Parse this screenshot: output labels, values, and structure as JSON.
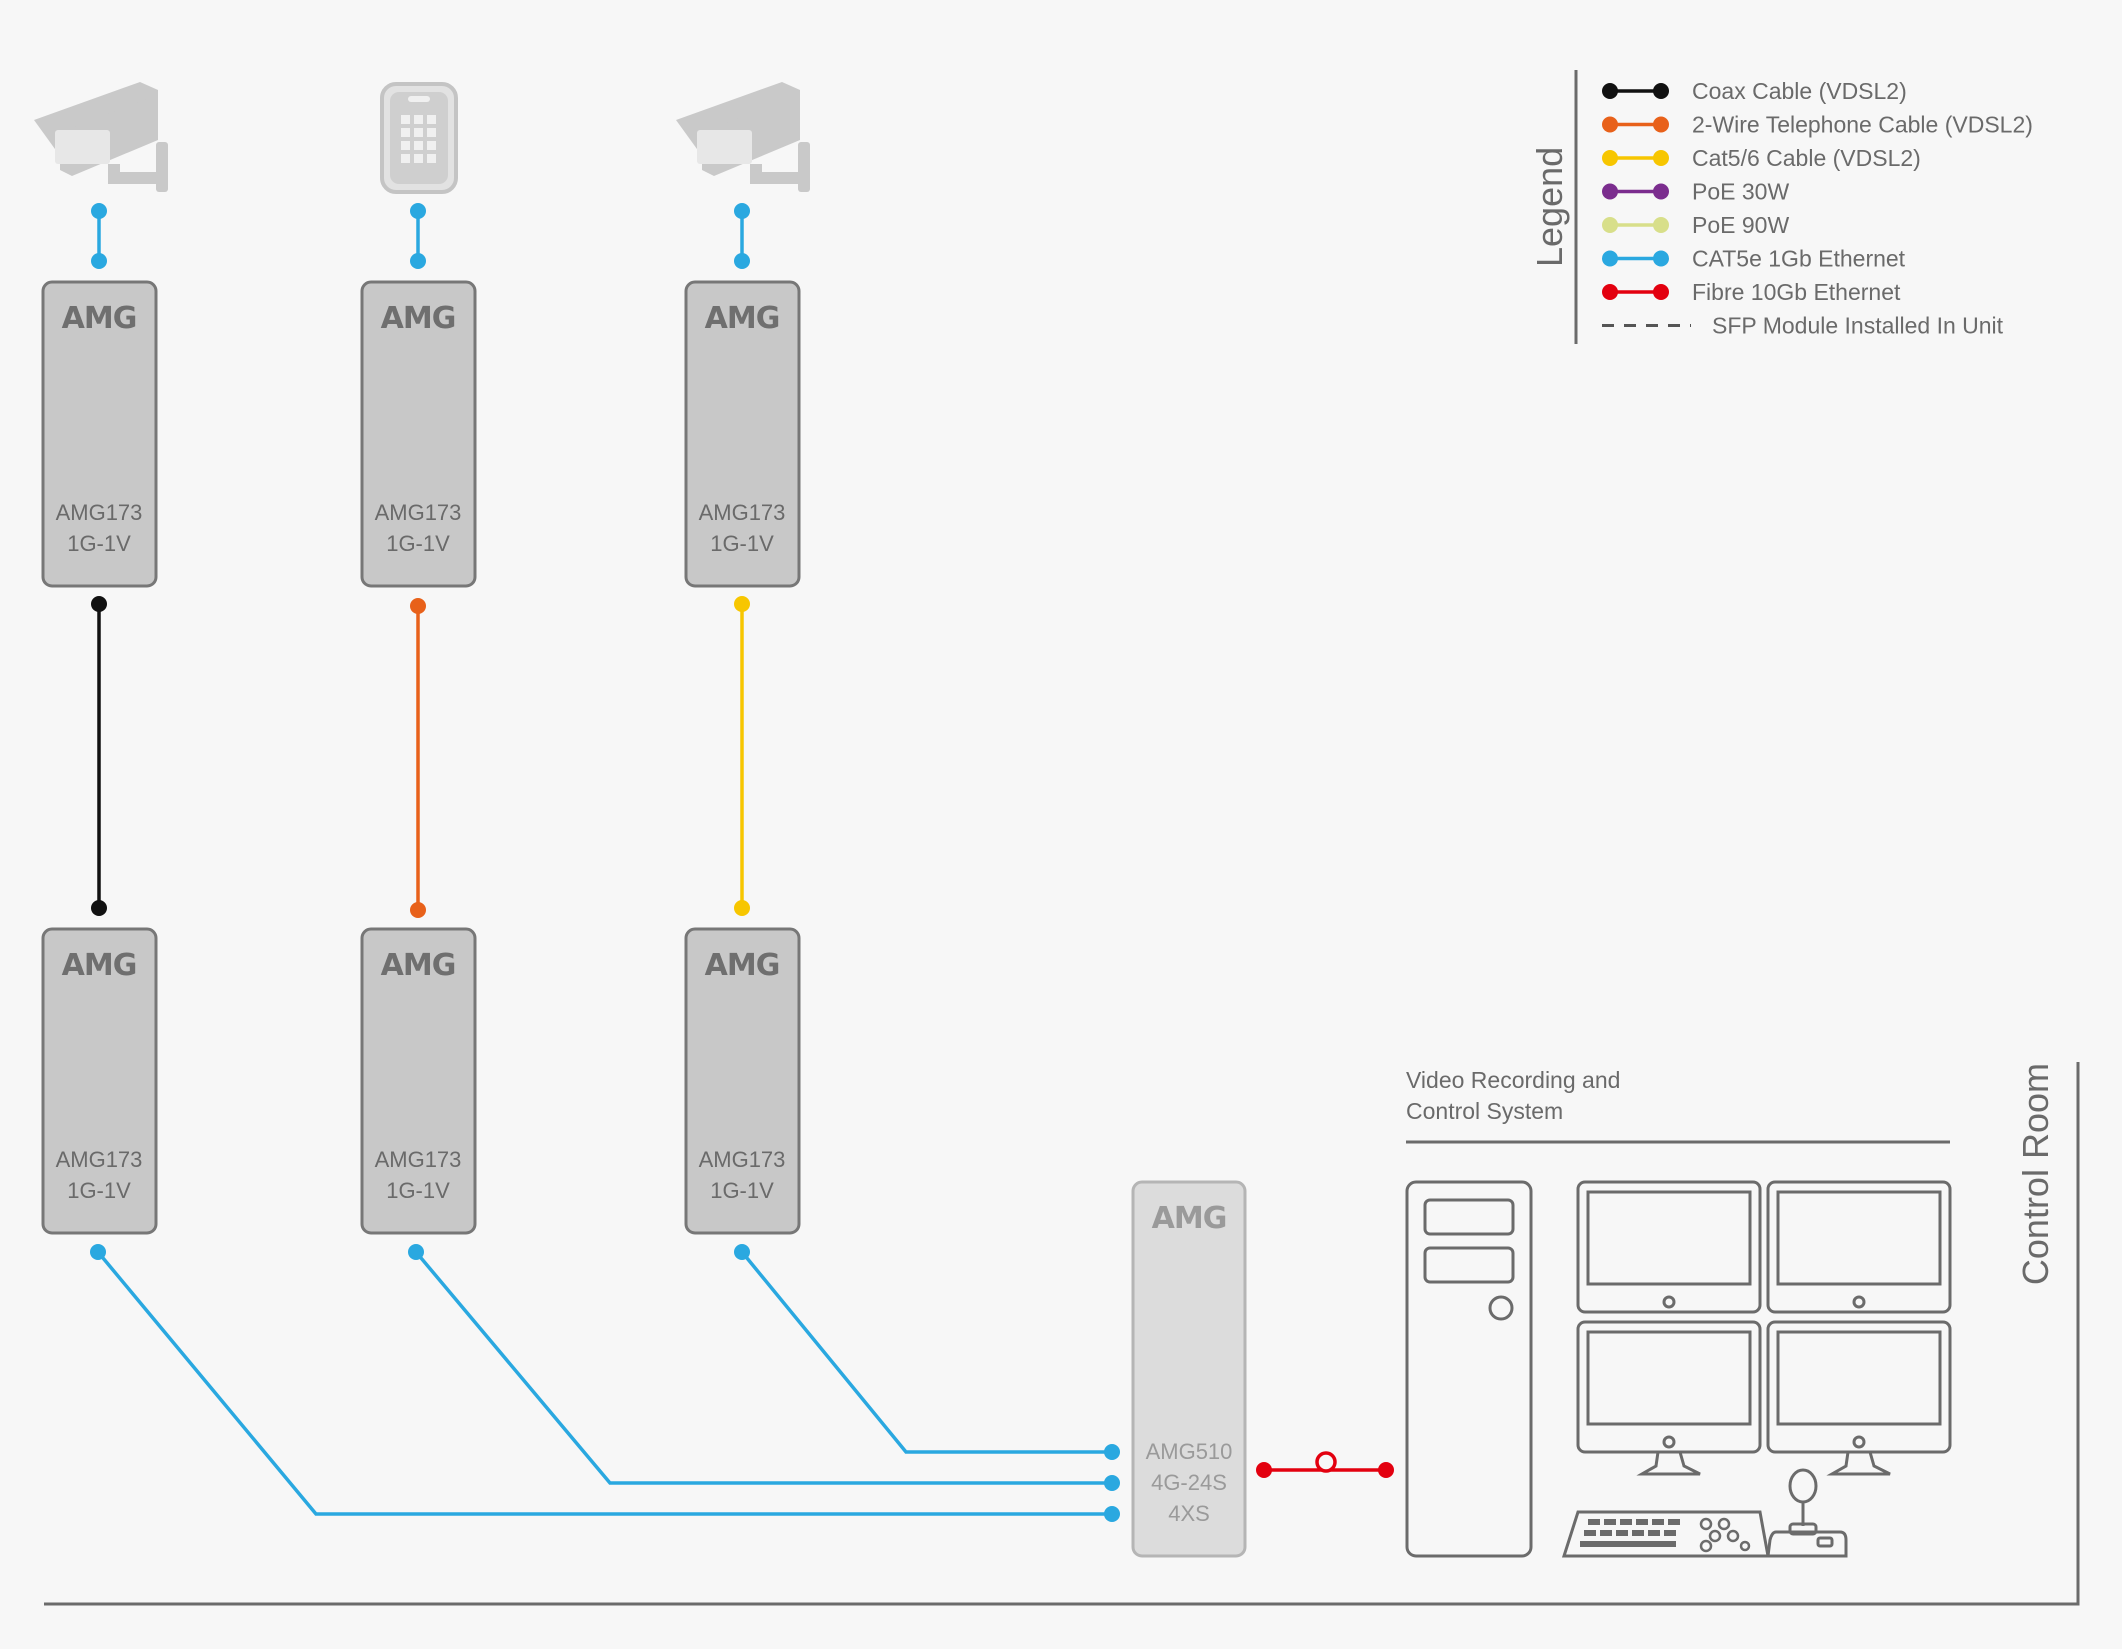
{
  "legend": {
    "title": "Legend",
    "items": [
      {
        "label": "Coax Cable (VDSL2)",
        "color": "#111111",
        "style": "solid"
      },
      {
        "label": "2-Wire Telephone Cable (VDSL2)",
        "color": "#e8611a",
        "style": "solid"
      },
      {
        "label": "Cat5/6 Cable (VDSL2)",
        "color": "#f7c600",
        "style": "solid"
      },
      {
        "label": "PoE 30W",
        "color": "#7b2d8e",
        "style": "solid"
      },
      {
        "label": "PoE 90W",
        "color": "#d8df8a",
        "style": "solid"
      },
      {
        "label": "CAT5e 1Gb Ethernet",
        "color": "#2aa8e0",
        "style": "solid"
      },
      {
        "label": "Fibre 10Gb Ethernet",
        "color": "#e3000f",
        "style": "solid"
      },
      {
        "label": "SFP Module Installed In Unit",
        "color": "#555555",
        "style": "dashed"
      }
    ]
  },
  "units": {
    "logo": "AMG",
    "extender_model": "AMG173",
    "extender_variant": "1G-1V",
    "switch_model": "AMG510",
    "switch_variant": "4G-24S",
    "switch_suffix": "4XS"
  },
  "columns": [
    {
      "device": "camera-icon",
      "cable_color": "#111111"
    },
    {
      "device": "keypad-icon",
      "cable_color": "#e8611a"
    },
    {
      "device": "camera-icon",
      "cable_color": "#f7c600"
    }
  ],
  "control_room": {
    "title": "Control Room",
    "system_label_line1": "Video Recording and",
    "system_label_line2": "Control System"
  },
  "colors": {
    "ethernet": "#2aa8e0",
    "fibre": "#e3000f",
    "unit_fill": "#c8c8c8",
    "unit_stroke": "#777777",
    "switch_fill": "#dcdcdc",
    "icon_gray": "#c9c9c9",
    "outline": "#6b6b6b"
  }
}
